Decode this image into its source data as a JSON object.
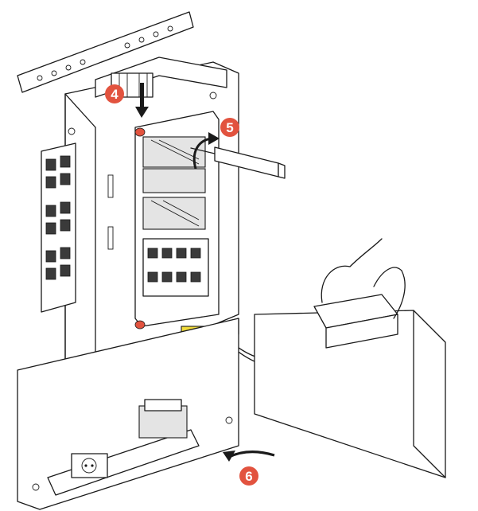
{
  "colors": {
    "badge": "#e2533f",
    "module_yellow": "#f2dc3a",
    "module_green": "#8cc43a",
    "line": "#1a1a1a"
  },
  "steps": [
    {
      "label": "4",
      "icon": "arrow-down-icon"
    },
    {
      "label": "5",
      "icon": "rotate-arrow-icon"
    },
    {
      "label": "6",
      "icon": "curved-arrow-left-icon"
    }
  ]
}
